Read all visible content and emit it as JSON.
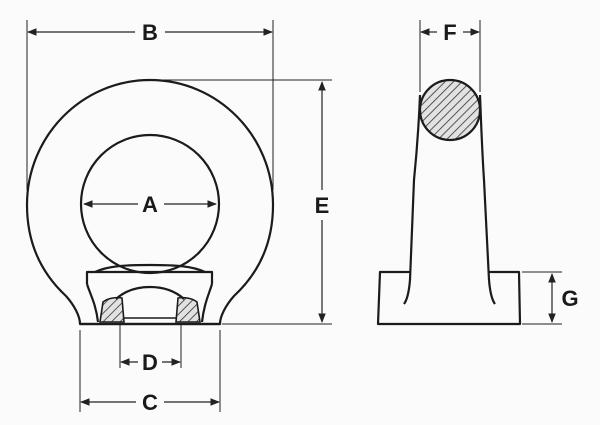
{
  "diagram": {
    "labels": {
      "A": "A",
      "B": "B",
      "C": "C",
      "D": "D",
      "E": "E",
      "F": "F",
      "G": "G"
    },
    "colors": {
      "line": "#1b1b1b",
      "hatch_fill": "#d9d9d9",
      "background": "#fbfbfb"
    }
  }
}
